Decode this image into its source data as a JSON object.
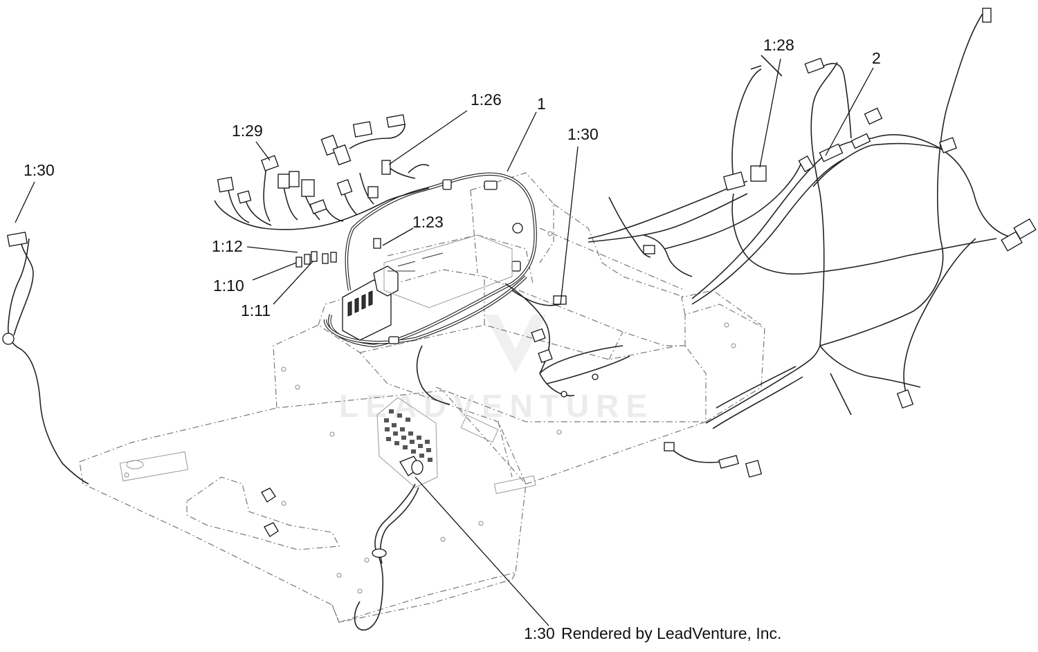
{
  "diagram": {
    "callouts": {
      "c1_30_left": "1:30",
      "c1_29": "1:29",
      "c1_26": "1:26",
      "c1": "1",
      "c1_30_mid": "1:30",
      "c1_28": "1:28",
      "c2": "2",
      "c1_23": "1:23",
      "c1_12": "1:12",
      "c1_10": "1:10",
      "c1_11": "1:11",
      "c1_30_bottom": "1:30"
    },
    "credit": "Rendered by LeadVenture, Inc.",
    "watermark": "LEADVENTURE"
  }
}
